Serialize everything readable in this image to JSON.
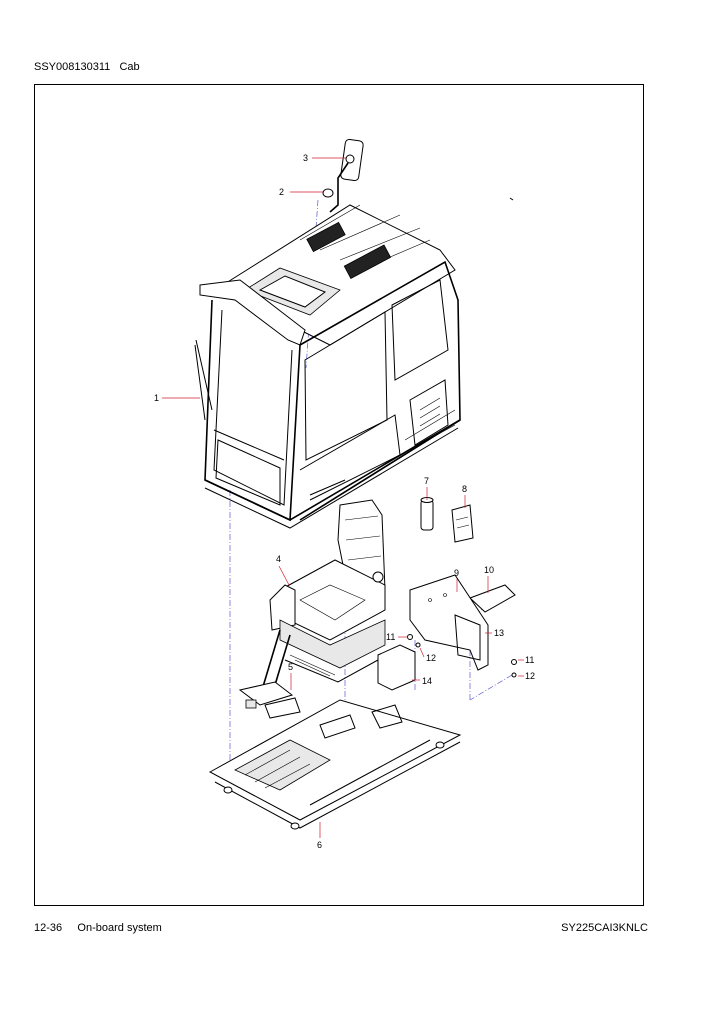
{
  "header": {
    "doc_code": "SSY008130311",
    "section": "Cab"
  },
  "footer": {
    "page": "12-36",
    "chapter": "On-board system",
    "model": "SY225CAI3KNLC"
  },
  "callouts": [
    {
      "id": "c1",
      "label": "1"
    },
    {
      "id": "c2",
      "label": "2"
    },
    {
      "id": "c3",
      "label": "3"
    },
    {
      "id": "c4",
      "label": "4"
    },
    {
      "id": "c5",
      "label": "5"
    },
    {
      "id": "c6",
      "label": "6"
    },
    {
      "id": "c7",
      "label": "7"
    },
    {
      "id": "c8",
      "label": "8"
    },
    {
      "id": "c9",
      "label": "9"
    },
    {
      "id": "c10",
      "label": "10"
    },
    {
      "id": "c11a",
      "label": "11"
    },
    {
      "id": "c11b",
      "label": "11"
    },
    {
      "id": "c12a",
      "label": "12"
    },
    {
      "id": "c12b",
      "label": "12"
    },
    {
      "id": "c13",
      "label": "13"
    },
    {
      "id": "c14",
      "label": "14"
    }
  ]
}
